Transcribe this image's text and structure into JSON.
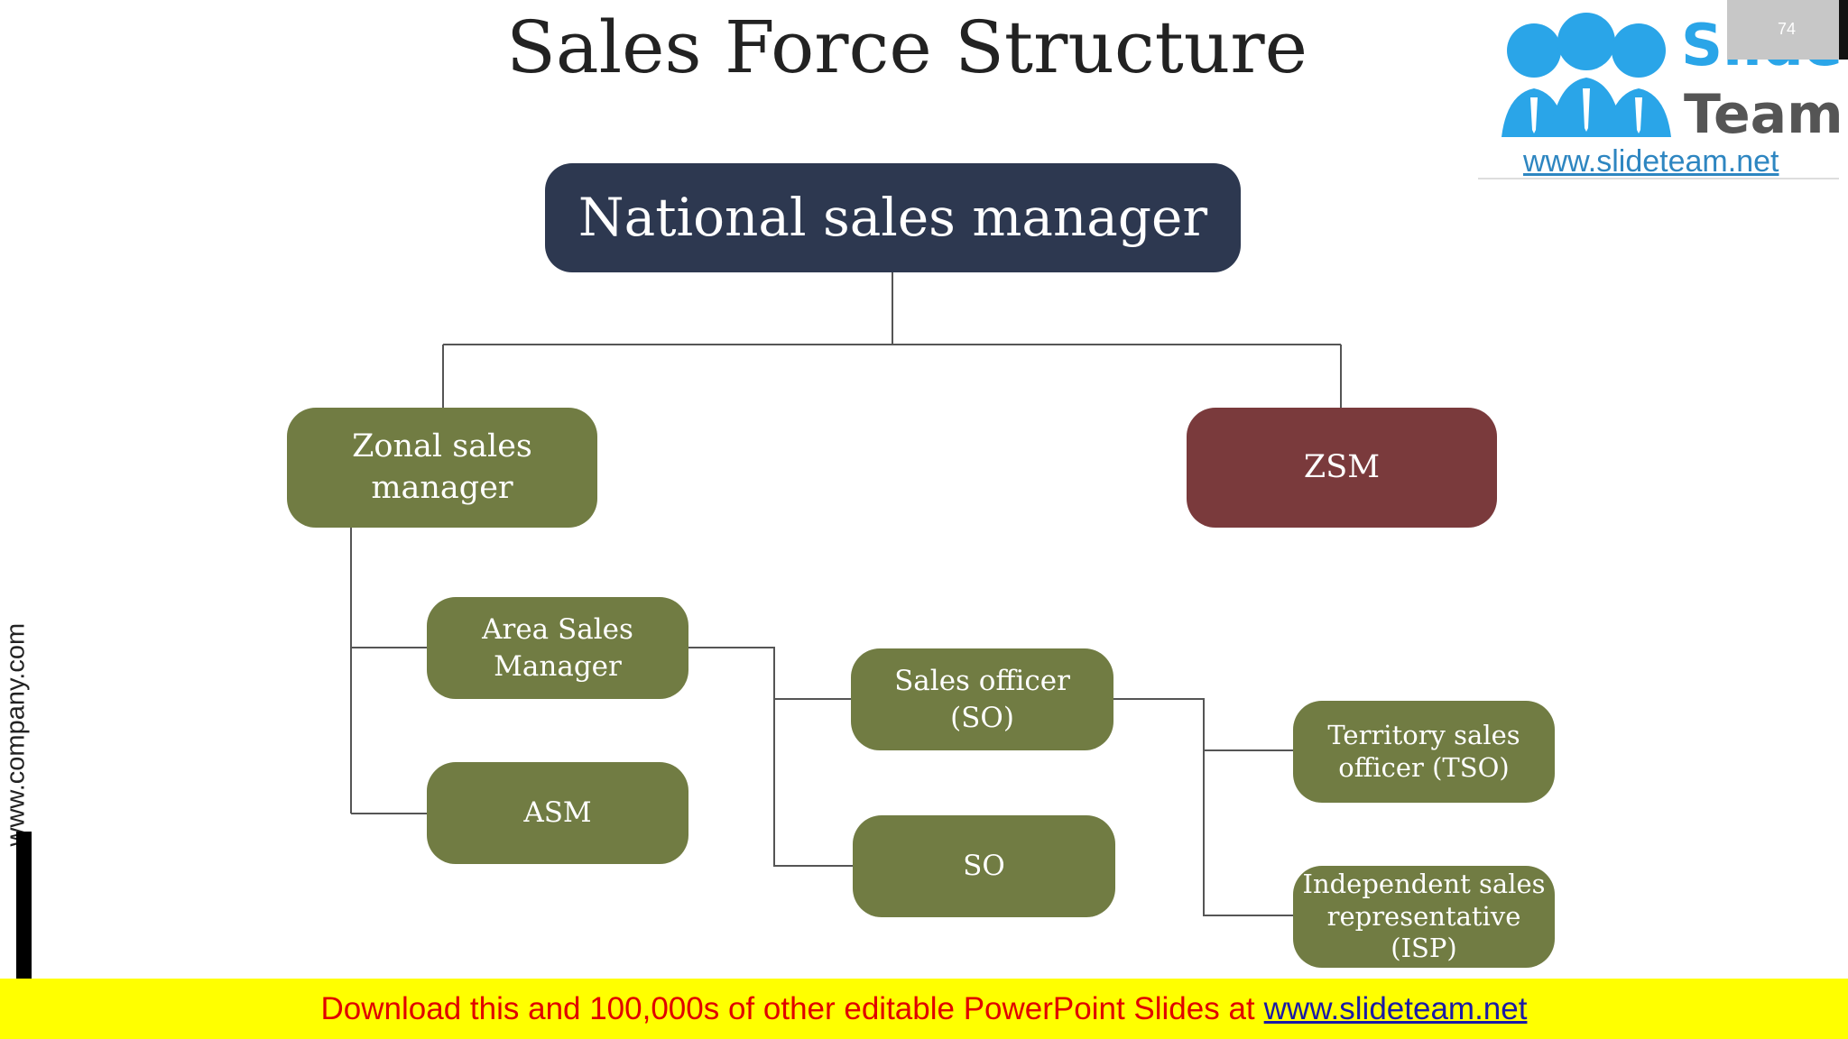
{
  "title": "Sales Force Structure",
  "nodes": {
    "national": "National sales manager",
    "zonal": "Zonal sales\nmanager",
    "zsm": "ZSM",
    "area_sales_manager": "Area Sales\nManager",
    "asm": "ASM",
    "sales_officer": "Sales officer\n(SO)",
    "so": "SO",
    "tso": "Territory sales\nofficer (TSO)",
    "isp": "Independent sales\nrepresentative (ISP)"
  },
  "colors": {
    "navy": "#2d3850",
    "olive": "#717c43",
    "maroon": "#7a3a3c",
    "connector": "#555555",
    "banner_bg": "#ffff00",
    "banner_text": "#e00000"
  },
  "logo": {
    "slide": "Slide",
    "team": "Team",
    "url": "www.slideteam.net"
  },
  "page_number": "74",
  "side_url": "www.company.com",
  "banner": {
    "text": "Download this and 100,000s of other editable PowerPoint Slides at",
    "link": "www.slideteam.net"
  }
}
